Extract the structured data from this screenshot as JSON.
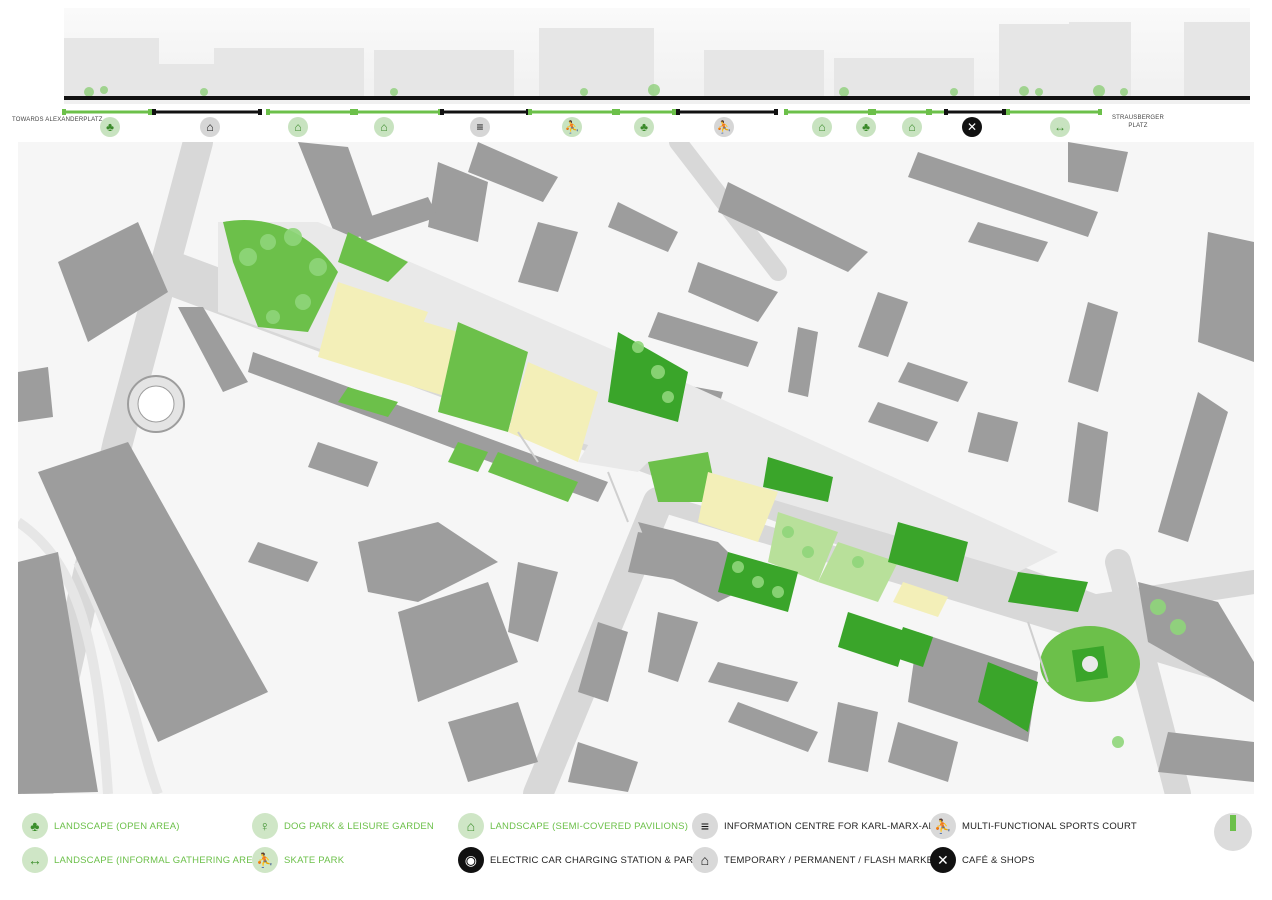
{
  "section": {
    "start_label": "TOWARDS ALEXANDERPLATZ",
    "end_label_line1": "STRAUSBERGER",
    "end_label_line2": "PLATZ"
  },
  "segments": [
    {
      "color": "green",
      "icon": "tree-icon"
    },
    {
      "color": "black",
      "icon": "market-stall-icon"
    },
    {
      "color": "green",
      "icon": "pavilion-icon"
    },
    {
      "color": "green",
      "icon": "pavilion-icon"
    },
    {
      "color": "black",
      "icon": "info-document-icon"
    },
    {
      "color": "green",
      "icon": "skateboarder-icon"
    },
    {
      "color": "green",
      "icon": "tree-icon"
    },
    {
      "color": "black",
      "icon": "sports-player-icon"
    },
    {
      "color": "green",
      "icon": "pavilion-icon"
    },
    {
      "color": "green",
      "icon": "tree-icon"
    },
    {
      "color": "green",
      "icon": "pavilion-icon"
    },
    {
      "color": "black",
      "icon": "cutlery-icon"
    },
    {
      "color": "green",
      "icon": "people-gathering-icon"
    }
  ],
  "legend": [
    {
      "label": "LANDSCAPE (OPEN AREA)",
      "icon": "tree-icon",
      "color": "green"
    },
    {
      "label": "LANDSCAPE (INFORMAL GATHERING AREAS)",
      "icon": "people-gathering-icon",
      "color": "green"
    },
    {
      "label": "DOG PARK & LEISURE GARDEN",
      "icon": "dog-icon",
      "color": "green"
    },
    {
      "label": "SKATE PARK",
      "icon": "skateboarder-icon",
      "color": "green"
    },
    {
      "label": "LANDSCAPE (SEMI-COVERED PAVILIONS)",
      "icon": "pavilion-icon",
      "color": "green"
    },
    {
      "label": "ELECTRIC CAR CHARGING STATION & PARKING",
      "icon": "electric-car-icon",
      "color": "black"
    },
    {
      "label": "INFORMATION CENTRE FOR KARL-MARX-ALLEE",
      "icon": "info-document-icon",
      "color": "black"
    },
    {
      "label": "TEMPORARY / PERMANENT / FLASH MARKETS",
      "icon": "market-stall-icon",
      "color": "black"
    },
    {
      "label": "MULTI-FUNCTIONAL SPORTS COURT",
      "icon": "sports-player-icon",
      "color": "black"
    },
    {
      "label": "CAFÉ & SHOPS",
      "icon": "cutlery-icon",
      "color": "black"
    }
  ],
  "colors": {
    "accent_green": "#6cc04a",
    "dark_green": "#3aa52a",
    "light_green": "#b8e09a",
    "yellow": "#f3efb8",
    "building": "#9a9a9a",
    "road": "#d9d9d9",
    "block": "#f4f4f4"
  }
}
